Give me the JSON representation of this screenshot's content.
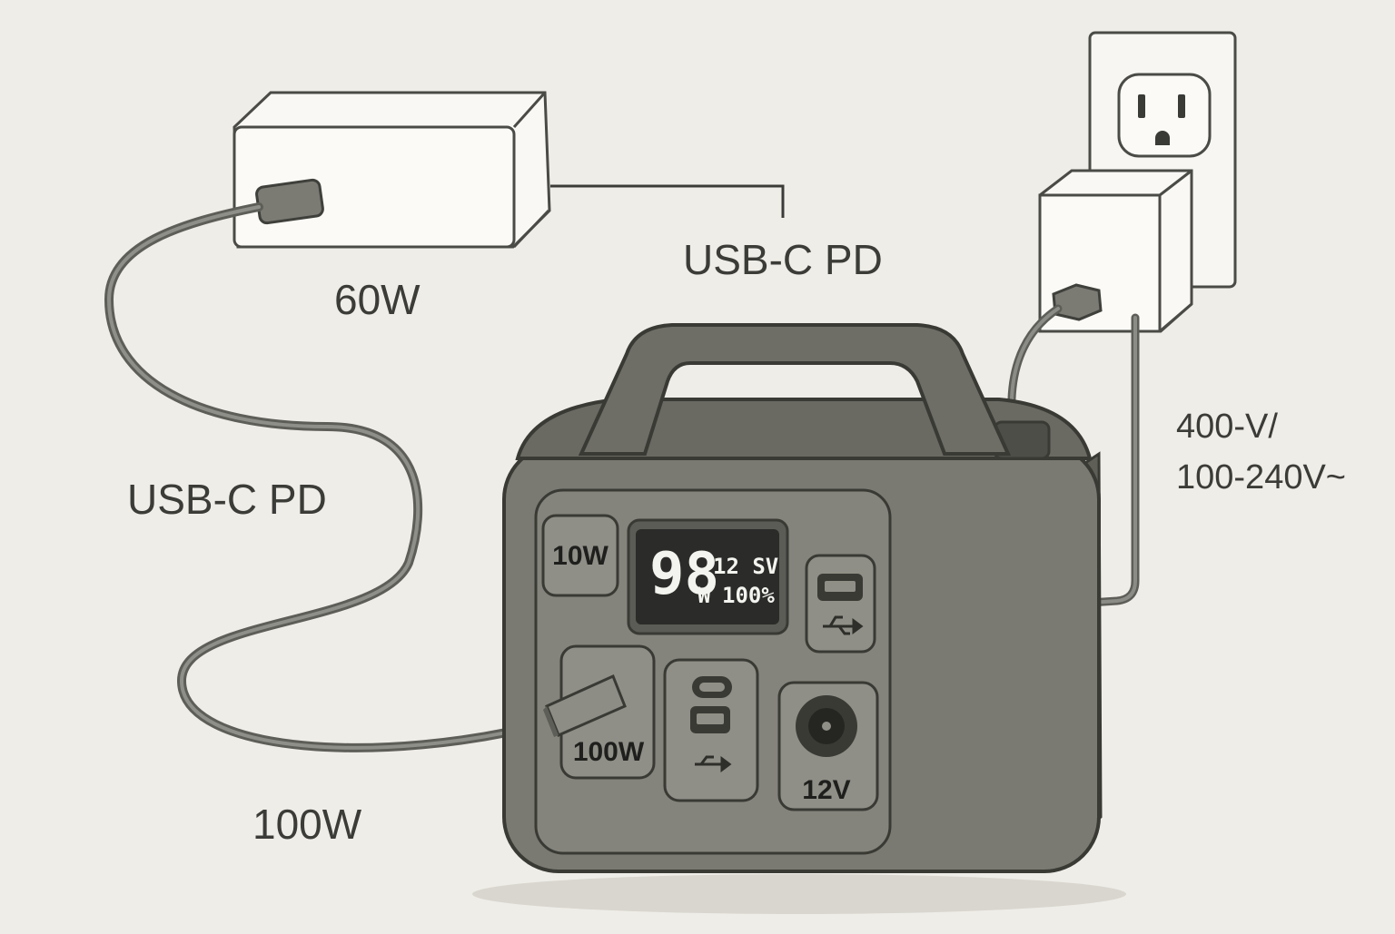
{
  "labels": {
    "wall_charger_power": "60W",
    "top_cable_type": "USB-C PD",
    "left_cable_type": "USB-C PD",
    "input_port_power_bottom": "100W",
    "ac_input_line1": "400-V/",
    "ac_input_line2": "100-240V~"
  },
  "station": {
    "usb_a_port_label": "10W",
    "usb_c_input_port_label": "100W",
    "dc_port_label": "12V",
    "display": {
      "main_value": "98",
      "unit": "W",
      "voltage": "12 SV",
      "battery": "100%"
    }
  },
  "colors": {
    "background": "#efede7",
    "station_body": "#77776f",
    "station_panel": "#8a8a82",
    "display": "#2b2b29",
    "cable": "#6e6e68",
    "charger": "#f6f5f1"
  },
  "icons": [
    "usb-icon",
    "usb-icon"
  ]
}
